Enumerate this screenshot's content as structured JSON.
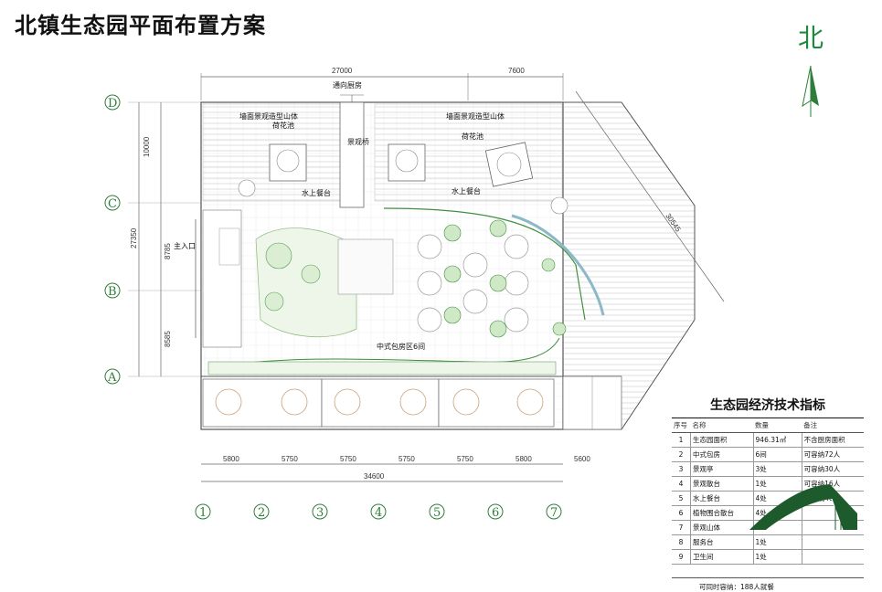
{
  "title": "北镇生态园平面布置方案",
  "compass": {
    "label": "北"
  },
  "dims": {
    "top_a": "27000",
    "top_b": "7600",
    "left_dc": "10000",
    "left_ca": "27350",
    "left_cb": "8785",
    "left_ba": "8585",
    "diag": "30545",
    "bottom_segments": [
      "5800",
      "5750",
      "5750",
      "5750",
      "5750",
      "5800",
      "5600"
    ],
    "bottom_total": "34600"
  },
  "grid": {
    "rows": [
      "D",
      "C",
      "B",
      "A"
    ],
    "cols": [
      "1",
      "2",
      "3",
      "4",
      "5",
      "6",
      "7"
    ]
  },
  "labels": {
    "kitchen": "通向厨房",
    "wall_left": "墙面景观造型山体",
    "lotus_left": "荷花池",
    "bridge": "景观桥",
    "wall_right": "墙面景观造型山体",
    "lotus_right": "荷花池",
    "water_left": "水上餐台",
    "water_right": "水上餐台",
    "main_entry": "主入口",
    "private_rooms": "中式包房区6间"
  },
  "economics": {
    "title": "生态园经济技术指标",
    "headers": [
      "序号",
      "名称",
      "数量",
      "备注"
    ],
    "rows": [
      [
        "1",
        "生态园面积",
        "946.31㎡",
        "不含厨房面积"
      ],
      [
        "2",
        "中式包房",
        "6间",
        "可容纳72人"
      ],
      [
        "3",
        "景观亭",
        "3处",
        "可容纳30人"
      ],
      [
        "4",
        "景观散台",
        "1处",
        "可容纳16人"
      ],
      [
        "5",
        "水上餐台",
        "4处",
        "可容纳46人"
      ],
      [
        "6",
        "植物围合散台",
        "4处",
        ""
      ],
      [
        "7",
        "景观山体",
        "",
        ""
      ],
      [
        "8",
        "服务台",
        "1处",
        ""
      ],
      [
        "9",
        "卫生间",
        "1处",
        ""
      ]
    ],
    "footer": "可同时容纳：188人就餐"
  }
}
